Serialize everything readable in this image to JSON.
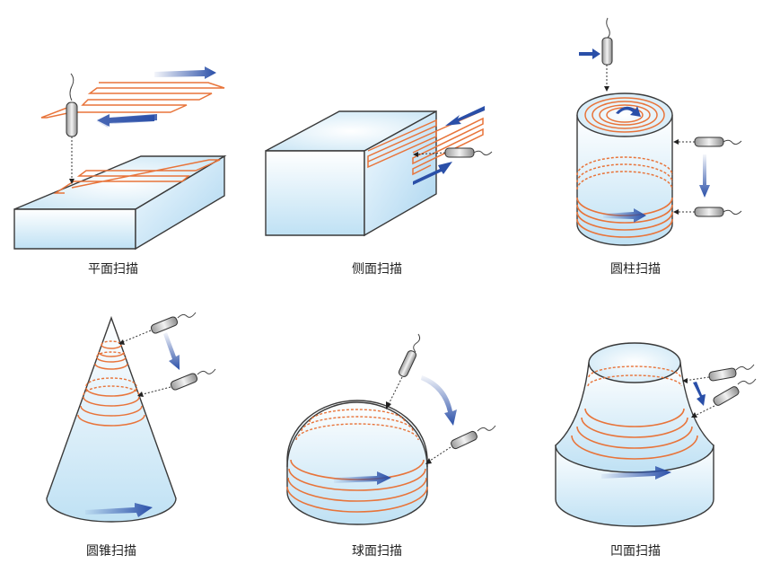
{
  "captions": {
    "plane": "平面扫描",
    "side": "侧面扫描",
    "cylinder": "圆柱扫描",
    "cone": "圆锥扫描",
    "sphere": "球面扫描",
    "concave": "凹面扫描"
  },
  "colors": {
    "scan_line": "#e8743a",
    "arrow": "#2a4fa8",
    "solid_stroke": "#3a3a3a",
    "solid_fill_light": "#ffffff",
    "solid_fill_blue": "#bfe1f4",
    "probe": "#d9d9d9"
  },
  "icons": [
    "probe-icon",
    "scan-direction-arrow-icon"
  ]
}
